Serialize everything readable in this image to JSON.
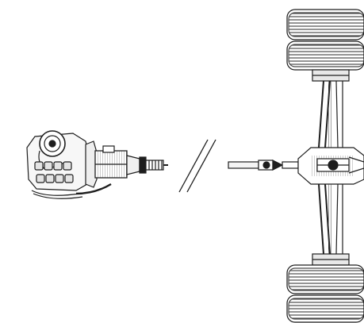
{
  "figure": {
    "kind": "technical line illustration",
    "colors": {
      "ink": "#1e1e1e",
      "mid": "#5a5a5a",
      "shade": "#8c8c8c",
      "light": "#d6d6d6",
      "paper": "#ffffff"
    },
    "parts": [
      {
        "name": "engine-gearbox-unit",
        "icon": "engine-icon"
      },
      {
        "name": "propeller-shaft-break",
        "icon": "break-lines-icon"
      },
      {
        "name": "rear-axle-with-differential",
        "icon": "axle-icon"
      }
    ]
  }
}
